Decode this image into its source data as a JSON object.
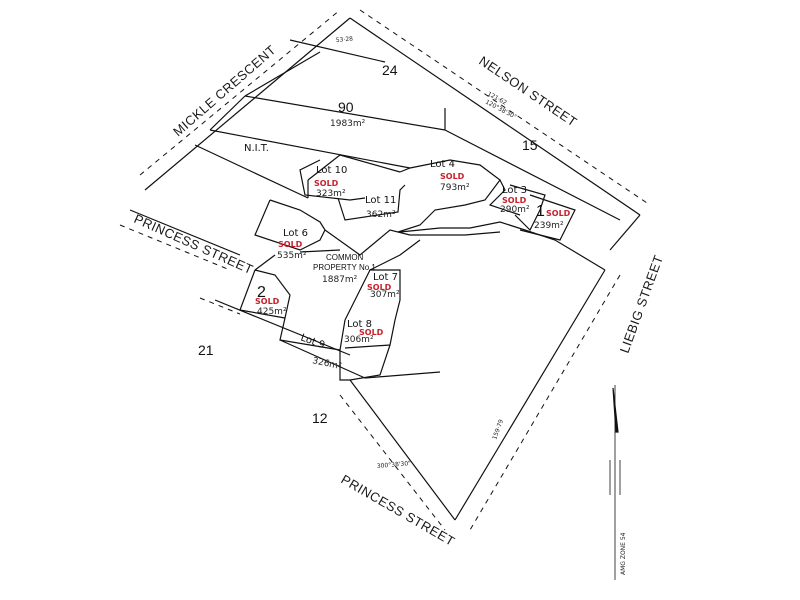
{
  "streets": {
    "mickle": "MICKLE CRESCENT",
    "nelson": "NELSON STREET",
    "princess_west": "PRINCESS STREET",
    "princess_south": "PRINCESS STREET",
    "liebig": "LIEBIG STREET"
  },
  "parcels": {
    "p24": "24",
    "p90": "90",
    "p90_area": "1983m²",
    "p15": "15",
    "p21": "21",
    "p12": "12",
    "nit": "N.I.T."
  },
  "lots": {
    "lot10": {
      "name": "Lot 10",
      "sold": "SOLD",
      "area": "323m²"
    },
    "lot11": {
      "name": "Lot 11",
      "area": "362m²"
    },
    "lot4": {
      "name": "Lot 4",
      "sold": "SOLD",
      "area": "793m²"
    },
    "lot3": {
      "name": "Lot 3",
      "sold": "SOLD",
      "area": "290m²"
    },
    "lot1": {
      "name": "1",
      "sold": "SOLD",
      "area": "239m²"
    },
    "lot6": {
      "name": "Lot 6",
      "sold": "SOLD",
      "area": "535m²"
    },
    "lot2": {
      "name": "2",
      "sold": "SOLD",
      "area": "425m²"
    },
    "lot7": {
      "name": "Lot 7",
      "sold": "SOLD",
      "area": "307m²"
    },
    "lot8": {
      "name": "Lot 8",
      "sold": "SOLD",
      "area": "306m²"
    },
    "lot9": {
      "name": "Lot 9",
      "area": "326m²"
    }
  },
  "common_property": {
    "line1": "COMMON",
    "line2": "PROPERTY No.1",
    "area": "1887m²"
  },
  "bearings": {
    "b1": "53·28",
    "b2": "121·62",
    "b3": "120°38'30\"",
    "b4": "300°38'30\"",
    "b5": "159·79"
  },
  "datum": "AMG ZONE 54"
}
